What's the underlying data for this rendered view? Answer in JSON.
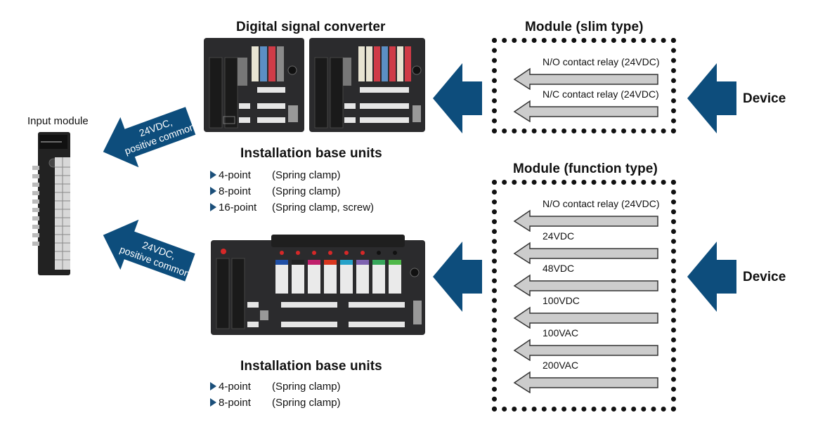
{
  "top_title": "Digital signal converter",
  "input_module": {
    "label": "Input module"
  },
  "output_arrows": {
    "top": {
      "line1": "24VDC,",
      "line2": "positive common"
    },
    "bottom": {
      "line1": "24VDC,",
      "line2": "positive common"
    }
  },
  "installation_top": {
    "title": "Installation base units",
    "items": [
      {
        "points": "4-point",
        "desc": "(Spring clamp)"
      },
      {
        "points": "8-point",
        "desc": "(Spring clamp)"
      },
      {
        "points": "16-point",
        "desc": "(Spring clamp, screw)"
      }
    ]
  },
  "installation_bottom": {
    "title": "Installation base units",
    "items": [
      {
        "points": "4-point",
        "desc": "(Spring clamp)"
      },
      {
        "points": "8-point",
        "desc": "(Spring clamp)"
      }
    ]
  },
  "slim_module": {
    "title": "Module (slim type)",
    "relays": [
      "N/O contact relay (24VDC)",
      "N/C contact relay (24VDC)"
    ]
  },
  "function_module": {
    "title": "Module (function type)",
    "relays": [
      "N/O contact relay (24VDC)",
      "24VDC",
      "48VDC",
      "100VDC",
      "100VAC",
      "200VAC"
    ]
  },
  "device_top": {
    "label": "Device"
  },
  "device_bottom": {
    "label": "Device"
  },
  "colors": {
    "arrow_blue": "#0d4d7c",
    "relay_fill": "#cccccc",
    "device_dark": "#2b2b2d",
    "module_colors_top_left": [
      "#e8e4d2",
      "#5b8fc4",
      "#cf3b47",
      "#8a8a8a"
    ],
    "module_colors_top_right": [
      "#e8e4d2",
      "#e8e4d2",
      "#cf3b47",
      "#5b8fc4",
      "#cf3b47",
      "#e8e4d2",
      "#cf3b47",
      "#8a8a8a"
    ],
    "module_colors_bottom": [
      "#1f4fa6",
      "#222222",
      "#c01f6b",
      "#d9361f",
      "#26a2c9",
      "#7e62b0",
      "#36a65a",
      "#4fb849"
    ]
  }
}
